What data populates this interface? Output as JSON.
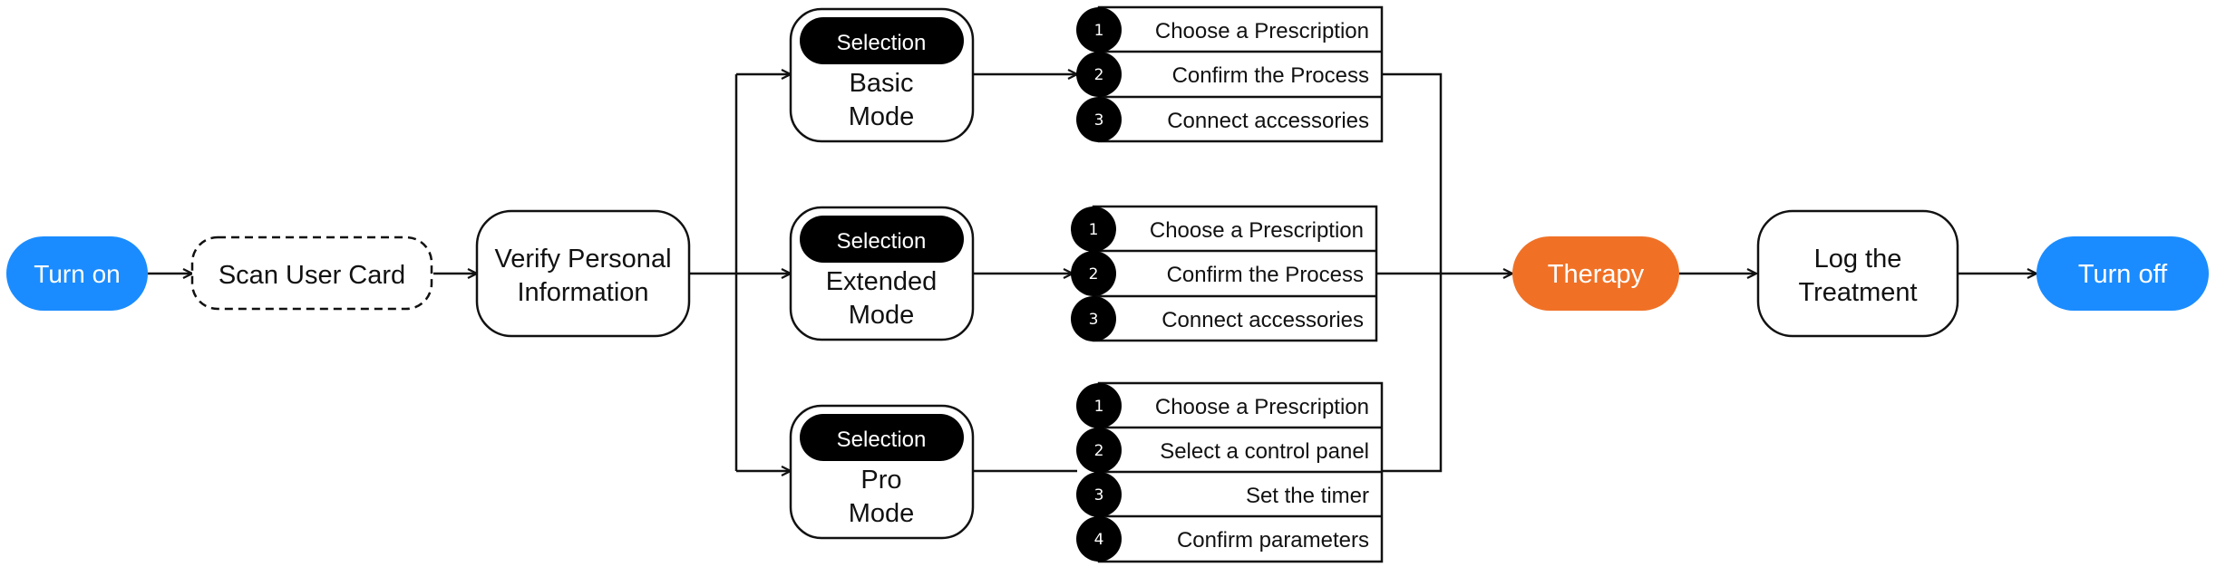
{
  "colors": {
    "terminal": "#1a8cff",
    "therapy": "#f07126",
    "stroke": "#111111",
    "badge": "#000000"
  },
  "nodes": {
    "turn_on": "Turn on",
    "scan": "Scan User Card",
    "verify": [
      "Verify Personal",
      "Information"
    ],
    "therapy": "Therapy",
    "log": [
      "Log the",
      "Treatment"
    ],
    "turn_off": "Turn off"
  },
  "modes": [
    {
      "tag": "Selection",
      "name": [
        "Basic",
        "Mode"
      ],
      "steps": [
        {
          "n": "1",
          "label": "Choose a Prescription"
        },
        {
          "n": "2",
          "label": "Confirm the Process"
        },
        {
          "n": "3",
          "label": "Connect accessories"
        }
      ]
    },
    {
      "tag": "Selection",
      "name": [
        "Extended",
        "Mode"
      ],
      "steps": [
        {
          "n": "1",
          "label": "Choose a Prescription"
        },
        {
          "n": "2",
          "label": "Confirm the Process"
        },
        {
          "n": "3",
          "label": "Connect accessories"
        }
      ]
    },
    {
      "tag": "Selection",
      "name": [
        "Pro",
        "Mode"
      ],
      "steps": [
        {
          "n": "1",
          "label": "Choose a Prescription"
        },
        {
          "n": "2",
          "label": "Select a control panel"
        },
        {
          "n": "3",
          "label": "Set the timer"
        },
        {
          "n": "4",
          "label": "Confirm parameters"
        }
      ]
    }
  ]
}
